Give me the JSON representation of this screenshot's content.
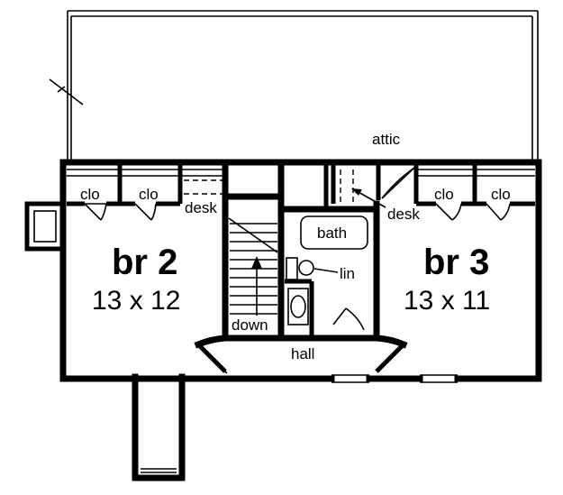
{
  "plan": {
    "rooms": {
      "br2": {
        "name": "br 2",
        "dims": "13 x 12"
      },
      "br3": {
        "name": "br 3",
        "dims": "13 x 11"
      }
    },
    "labels": {
      "attic": "attic",
      "clo_1": "clo",
      "clo_2": "clo",
      "clo_3": "clo",
      "clo_4": "clo",
      "desk_left": "desk",
      "desk_right": "desk",
      "bath": "bath",
      "lin": "lin",
      "down": "down",
      "hall": "hall"
    }
  }
}
